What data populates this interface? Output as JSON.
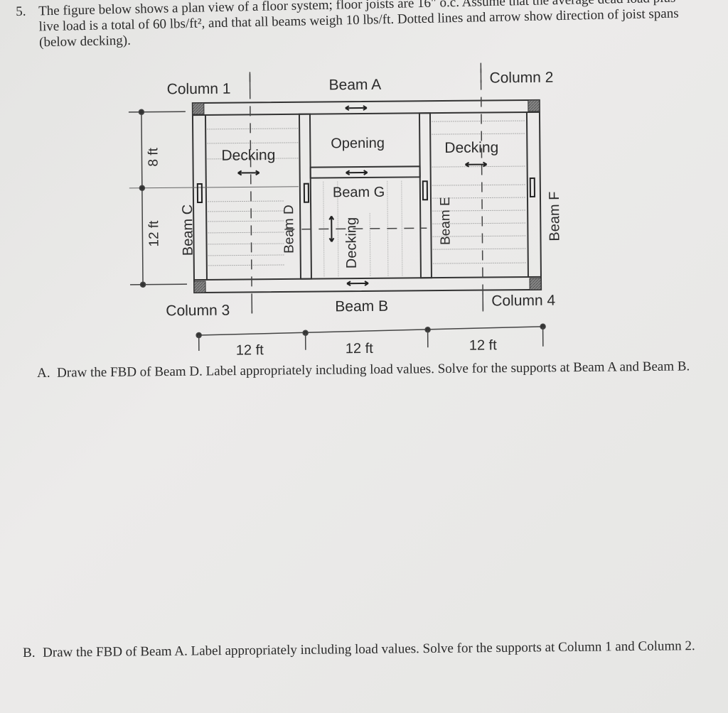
{
  "question": {
    "number": "5.",
    "text": "The figure below shows a plan view of a floor system; floor joists are 16\" o.c. Assume that the average dead load plus live load is a total of 60 lbs/ft², and that all beams weigh 10 lbs/ft. Dotted lines and arrow show direction of joist spans (below decking)."
  },
  "figure": {
    "column1": "Column 1",
    "column2": "Column 2",
    "column3": "Column 3",
    "column4": "Column 4",
    "beamA": "Beam A",
    "beamB": "Beam B",
    "beamC": "Beam C",
    "beamD": "Beam D",
    "beamE": "Beam E",
    "beamF": "Beam F",
    "beamG": "Beam G",
    "decking_left": "Decking",
    "decking_right": "Decking",
    "decking_center": "Decking",
    "opening": "Opening",
    "dim_8ft": "8 ft",
    "dim_12ft_vertical": "12 ft",
    "dim_bottom": [
      "12 ft",
      "12 ft",
      "12 ft"
    ]
  },
  "parts": [
    {
      "label": "A.",
      "text": "Draw the FBD of Beam D. Label appropriately including load values. Solve for the supports at Beam A and Beam B."
    },
    {
      "label": "B.",
      "text": "Draw the FBD of Beam A. Label appropriately including load values. Solve for the supports at Column 1 and Column 2."
    }
  ]
}
